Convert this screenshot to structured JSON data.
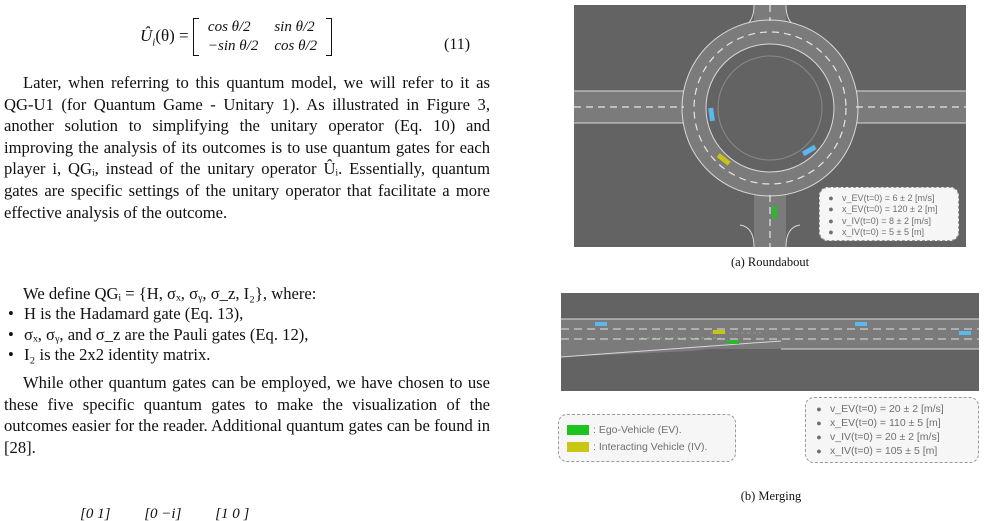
{
  "left": {
    "eq11": {
      "lhs": "Û",
      "lhs_sub": "i",
      "lhs_arg": "(θ) =",
      "r1c1": "cos θ/2",
      "r1c2": "sin θ/2",
      "r2c1": "−sin θ/2",
      "r2c2": "cos θ/2",
      "number": "(11)"
    },
    "p1": "Later, when referring to this quantum model, we will refer to it as QG-U1 (for Quantum Game - Unitary 1). As illustrated in Figure 3, another solution to simplifying the unitary operator (Eq. 10) and improving the analysis of its outcomes is to use quantum gates for each player i, QGᵢ, instead of the unitary operator Ûᵢ. Essentially, quantum gates are specific settings of the unitary operator that facilitate a more effective analysis of the outcome.",
    "p2": "We define QGᵢ = {H, σₓ, σᵧ, σ_z, I₂}, where:",
    "bullets": [
      "H is the Hadamard gate (Eq. 13),",
      "σₓ, σᵧ, and σ_z are the Pauli gates (Eq. 12),",
      "I₂ is the 2x2 identity matrix."
    ],
    "p3": "While other quantum gates can be employed, we have chosen to use these five specific quantum gates to make the visualization of the outcomes easier for the reader. Additional quantum gates can be found in [28].",
    "bottom_eq": [
      "[0  1]",
      "[0  −i]",
      "[1  0 ]"
    ]
  },
  "fig_a": {
    "caption": "(a) Roundabout",
    "colors": {
      "road_bg": "#636363",
      "ego": "#2fb52f",
      "interacting": "#c8c417",
      "other": "#5bb8ef"
    },
    "legend": [
      "v_EV(t=0) = 6 ± 2 [m/s]",
      "x_EV(t=0) = 120 ± 2 [m]",
      "v_IV(t=0) = 8 ± 2 [m/s]",
      "x_IV(t=0) = 5 ± 5 [m]"
    ]
  },
  "fig_b": {
    "caption": "(b) Merging",
    "vehicle_legend": [
      {
        "label": ": Ego-Vehicle (EV).",
        "color": "#1ec41e"
      },
      {
        "label": ": Interacting Vehicle (IV).",
        "color": "#c9c714"
      }
    ],
    "legend": [
      "v_EV(t=0) = 20 ± 2 [m/s]",
      "x_EV(t=0) = 110 ± 5 [m]",
      "v_IV(t=0) = 20 ± 2 [m/s]",
      "x_IV(t=0) = 105 ± 5 [m]"
    ]
  }
}
